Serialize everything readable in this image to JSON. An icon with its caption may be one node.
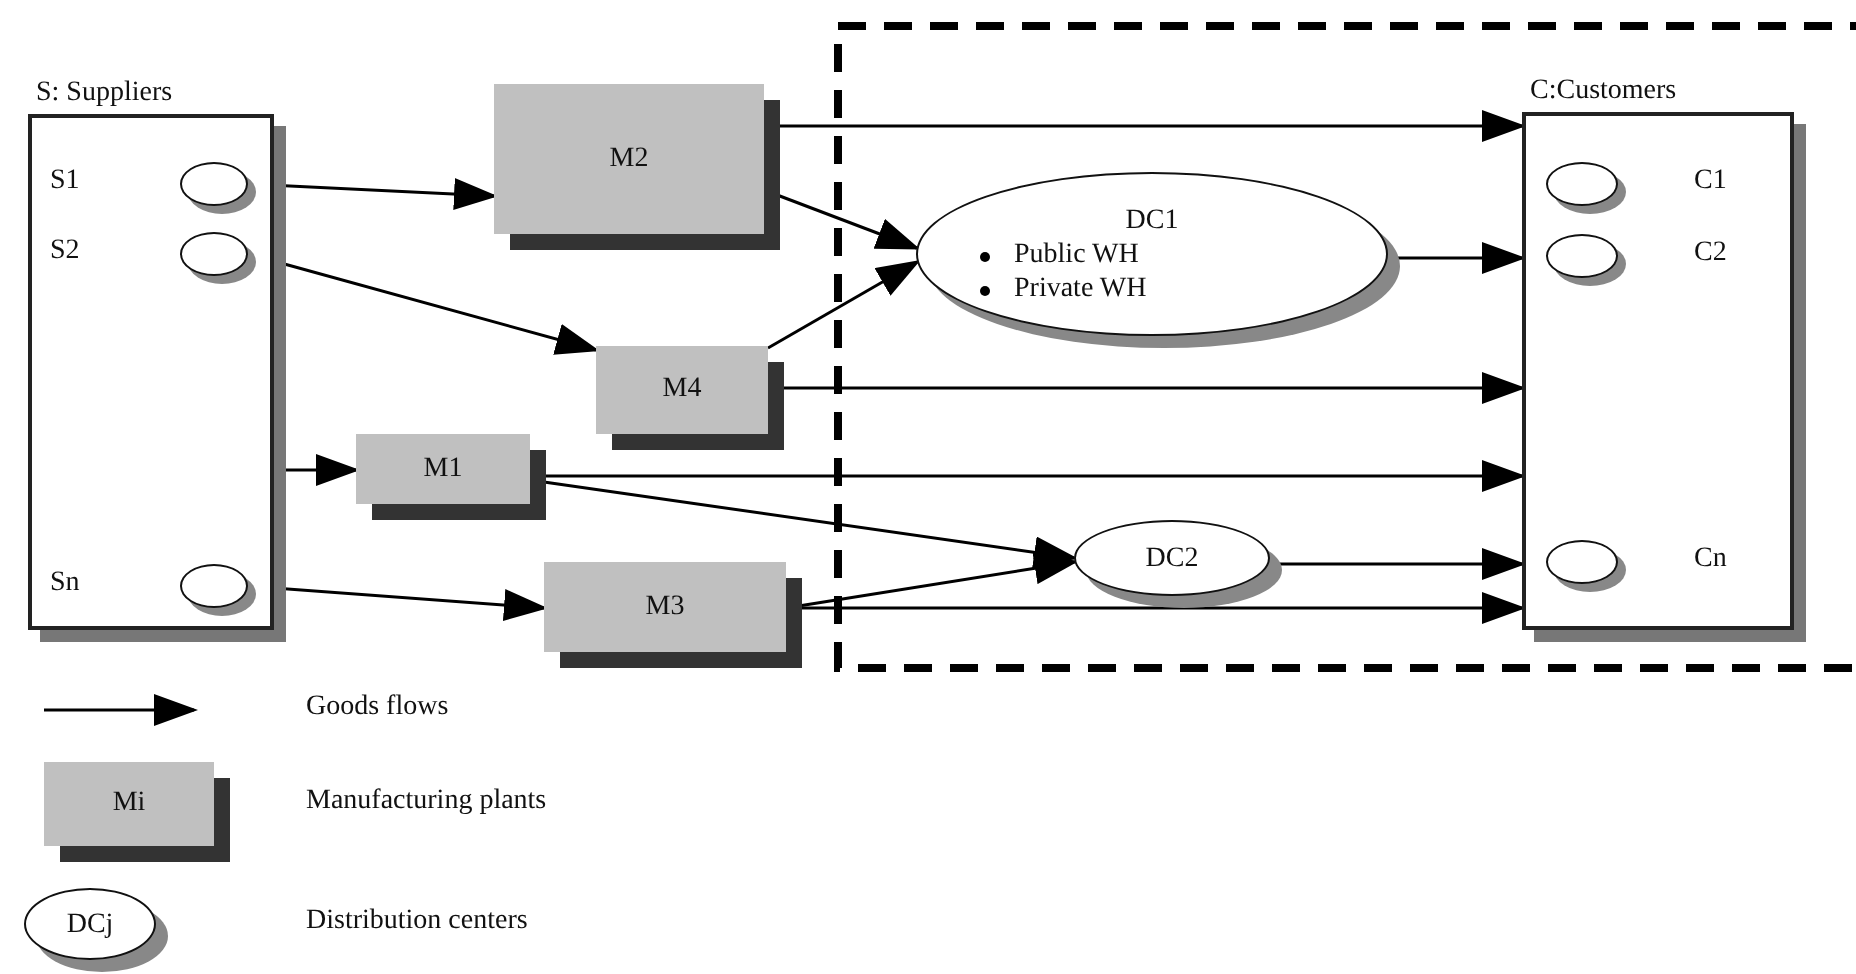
{
  "diagram": {
    "nodes": [
      {
        "text": [
          "S: Suppliers"
        ]
      },
      {
        "text": [],
        "shape": "circle",
        "beside": [
          "S1"
        ],
        "in": 0
      },
      {
        "text": [],
        "shape": "circle",
        "beside": [
          "S2"
        ],
        "in": 0
      },
      {
        "text": [],
        "shape": "circle",
        "beside": [
          "Sn"
        ],
        "in": 0
      },
      {
        "text": [
          "M2"
        ]
      },
      {
        "text": [
          "M4"
        ]
      },
      {
        "text": [
          "M1"
        ]
      },
      {
        "text": [
          "M3"
        ]
      },
      {
        "text": [
          "DC1",
          "Public WH",
          "Private WH"
        ]
      },
      {
        "text": [
          "DC2"
        ]
      },
      {
        "text": [
          "C:Customers"
        ]
      },
      {
        "text": [],
        "shape": "circle",
        "beside": [
          "C1"
        ],
        "in": 10
      },
      {
        "text": [],
        "shape": "circle",
        "beside": [
          "C2"
        ],
        "in": 10
      },
      {
        "text": [],
        "shape": "circle",
        "beside": [
          "Cn"
        ],
        "in": 10
      },
      {
        "text": [
          "Mi"
        ]
      },
      {
        "text": [
          "DCj"
        ]
      }
    ],
    "edges": [
      {
        "from": 1,
        "to": 4,
        "arrow": "to"
      },
      {
        "from": 2,
        "to": 5,
        "arrow": "to"
      },
      {
        "from": 0,
        "to": 6,
        "arrow": "to"
      },
      {
        "from": 3,
        "to": 7,
        "arrow": "to"
      },
      {
        "from": 4,
        "to": 10,
        "arrow": "to"
      },
      {
        "from": 4,
        "to": 8,
        "arrow": "to"
      },
      {
        "from": 5,
        "to": 8,
        "arrow": "to"
      },
      {
        "from": 8,
        "to": 10,
        "arrow": "to"
      },
      {
        "from": 5,
        "to": 10,
        "arrow": "to"
      },
      {
        "from": 6,
        "to": 10,
        "arrow": "to"
      },
      {
        "from": 6,
        "to": 9,
        "arrow": "to"
      },
      {
        "from": 7,
        "to": 9,
        "arrow": "to"
      },
      {
        "from": 9,
        "to": 10,
        "arrow": "to"
      },
      {
        "from": 7,
        "to": 10,
        "arrow": "to"
      }
    ],
    "legend": [
      {
        "text": "Goods flows"
      },
      {
        "text": "Manufacturing plants"
      },
      {
        "text": "Distribution centers"
      }
    ]
  }
}
